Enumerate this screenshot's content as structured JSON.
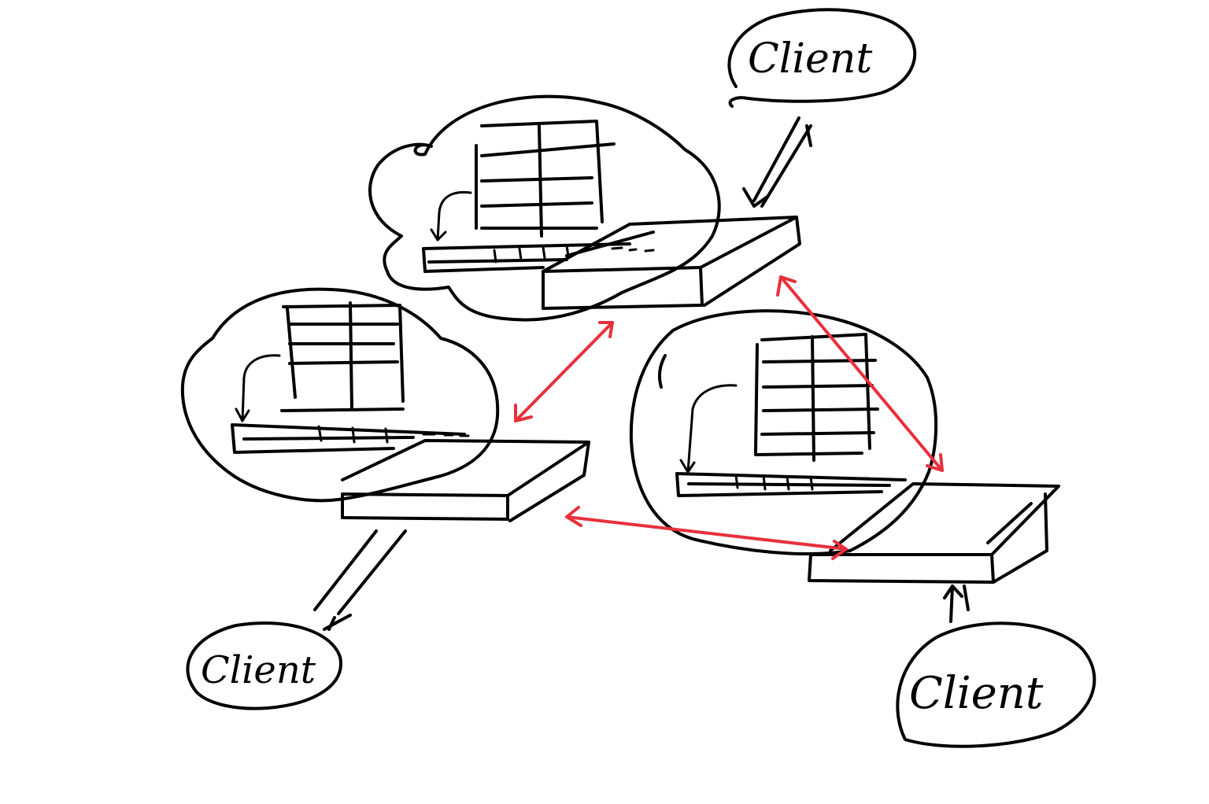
{
  "colors": {
    "ink": "#000000",
    "replication_arrow": "#e8303c",
    "background": "#ffffff"
  },
  "nodes": [
    {
      "id": "node-top",
      "icon": "database-table-icon"
    },
    {
      "id": "node-left",
      "icon": "database-table-icon"
    },
    {
      "id": "node-right",
      "icon": "database-table-icon"
    }
  ],
  "clients": [
    {
      "id": "client-top",
      "label": "Client",
      "connects_to": "node-top"
    },
    {
      "id": "client-bottom-left",
      "label": "Client",
      "connects_to": "node-left"
    },
    {
      "id": "client-bottom-right",
      "label": "Client",
      "connects_to": "node-right"
    }
  ],
  "replication_links": [
    {
      "from": "node-top",
      "to": "node-left",
      "bidirectional": true
    },
    {
      "from": "node-top",
      "to": "node-right",
      "bidirectional": true
    },
    {
      "from": "node-left",
      "to": "node-right",
      "bidirectional": true
    }
  ]
}
